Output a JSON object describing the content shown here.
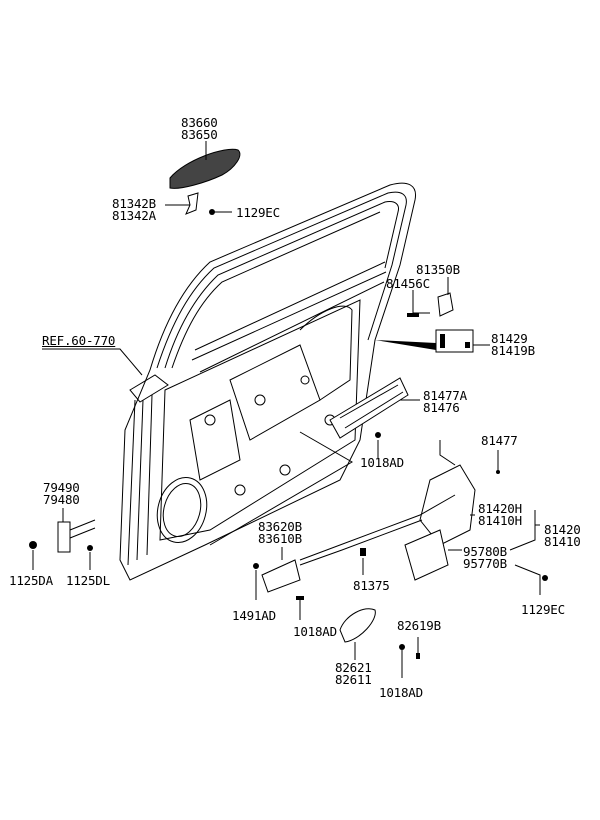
{
  "diagram": {
    "title": "Rear door parts exploded view",
    "labels": [
      {
        "id": "outside-handle-cover",
        "lines": [
          "83660",
          "83650"
        ]
      },
      {
        "id": "handle-gasket",
        "lines": [
          "81342B",
          "81342A"
        ]
      },
      {
        "id": "screw-top",
        "lines": [
          "1129EC"
        ]
      },
      {
        "id": "striker",
        "lines": [
          "81350B"
        ]
      },
      {
        "id": "striker-bolt",
        "lines": [
          "81456C"
        ]
      },
      {
        "id": "latch-cover",
        "lines": [
          "81429",
          "81419B"
        ]
      },
      {
        "id": "ref",
        "lines": [
          "REF.60-770"
        ]
      },
      {
        "id": "lock-protector",
        "lines": [
          "81477A",
          "81476"
        ]
      },
      {
        "id": "bolt-mid",
        "lines": [
          "1018AD"
        ]
      },
      {
        "id": "rod-clip",
        "lines": [
          "81477"
        ]
      },
      {
        "id": "latch-assy-h",
        "lines": [
          "81420H",
          "81410H"
        ]
      },
      {
        "id": "latch-assy",
        "lines": [
          "81420",
          "81410"
        ]
      },
      {
        "id": "actuator",
        "lines": [
          "95780B",
          "95770B"
        ]
      },
      {
        "id": "screw-bottom",
        "lines": [
          "1129EC"
        ]
      },
      {
        "id": "checker",
        "lines": [
          "79490",
          "79480"
        ]
      },
      {
        "id": "bolt-da",
        "lines": [
          "1125DA"
        ]
      },
      {
        "id": "bolt-dl",
        "lines": [
          "1125DL"
        ]
      },
      {
        "id": "inside-handle",
        "lines": [
          "83620B",
          "83610B"
        ]
      },
      {
        "id": "clip-1491",
        "lines": [
          "1491AD"
        ]
      },
      {
        "id": "bolt-1018-a",
        "lines": [
          "1018AD"
        ]
      },
      {
        "id": "grommet",
        "lines": [
          "81375"
        ]
      },
      {
        "id": "cap",
        "lines": [
          "82619B"
        ]
      },
      {
        "id": "inside-cover",
        "lines": [
          "82621",
          "82611"
        ]
      },
      {
        "id": "bolt-1018-b",
        "lines": [
          "1018AD"
        ]
      }
    ]
  }
}
